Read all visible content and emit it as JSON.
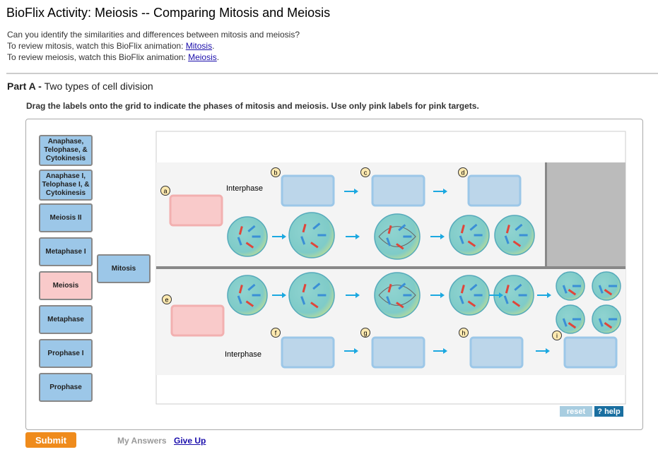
{
  "title": "BioFlix Activity: Meiosis -- Comparing Mitosis and Meiosis",
  "intro": {
    "line1": "Can you identify the similarities and differences between mitosis and meiosis?",
    "line2_prefix": "To review mitosis, watch this BioFlix animation: ",
    "link_mitosis": "Mitosis",
    "line3_prefix": "To review meiosis, watch this BioFlix animation: ",
    "link_meiosis": "Meiosis",
    "period": "."
  },
  "part": {
    "prefix": "Part A - ",
    "title": "Two types of cell division"
  },
  "instructions": "Drag the labels onto the grid to indicate the phases of mitosis and meiosis. Use only pink labels for pink targets.",
  "labels": [
    {
      "text": "Anaphase, Telophase, & Cytokinesis",
      "color": "blue"
    },
    {
      "text": "Anaphase I, Telophase I, & Cytokinesis",
      "color": "blue"
    },
    {
      "text": "Meiosis II",
      "color": "blue"
    },
    {
      "text": "Metaphase I",
      "color": "blue"
    },
    {
      "text": "Meiosis",
      "color": "pink"
    },
    {
      "text": "Metaphase",
      "color": "blue"
    },
    {
      "text": "Prophase I",
      "color": "blue"
    },
    {
      "text": "Prophase",
      "color": "blue"
    }
  ],
  "placed_label": "Mitosis",
  "grid": {
    "interphase_top": "Interphase",
    "interphase_bottom": "Interphase",
    "targets": [
      "a",
      "b",
      "c",
      "d",
      "e",
      "f",
      "g",
      "h",
      "i"
    ]
  },
  "controls": {
    "reset": "reset",
    "help": "? help"
  },
  "footer": {
    "submit": "Submit",
    "my_answers": "My Answers",
    "give_up": "Give Up"
  }
}
